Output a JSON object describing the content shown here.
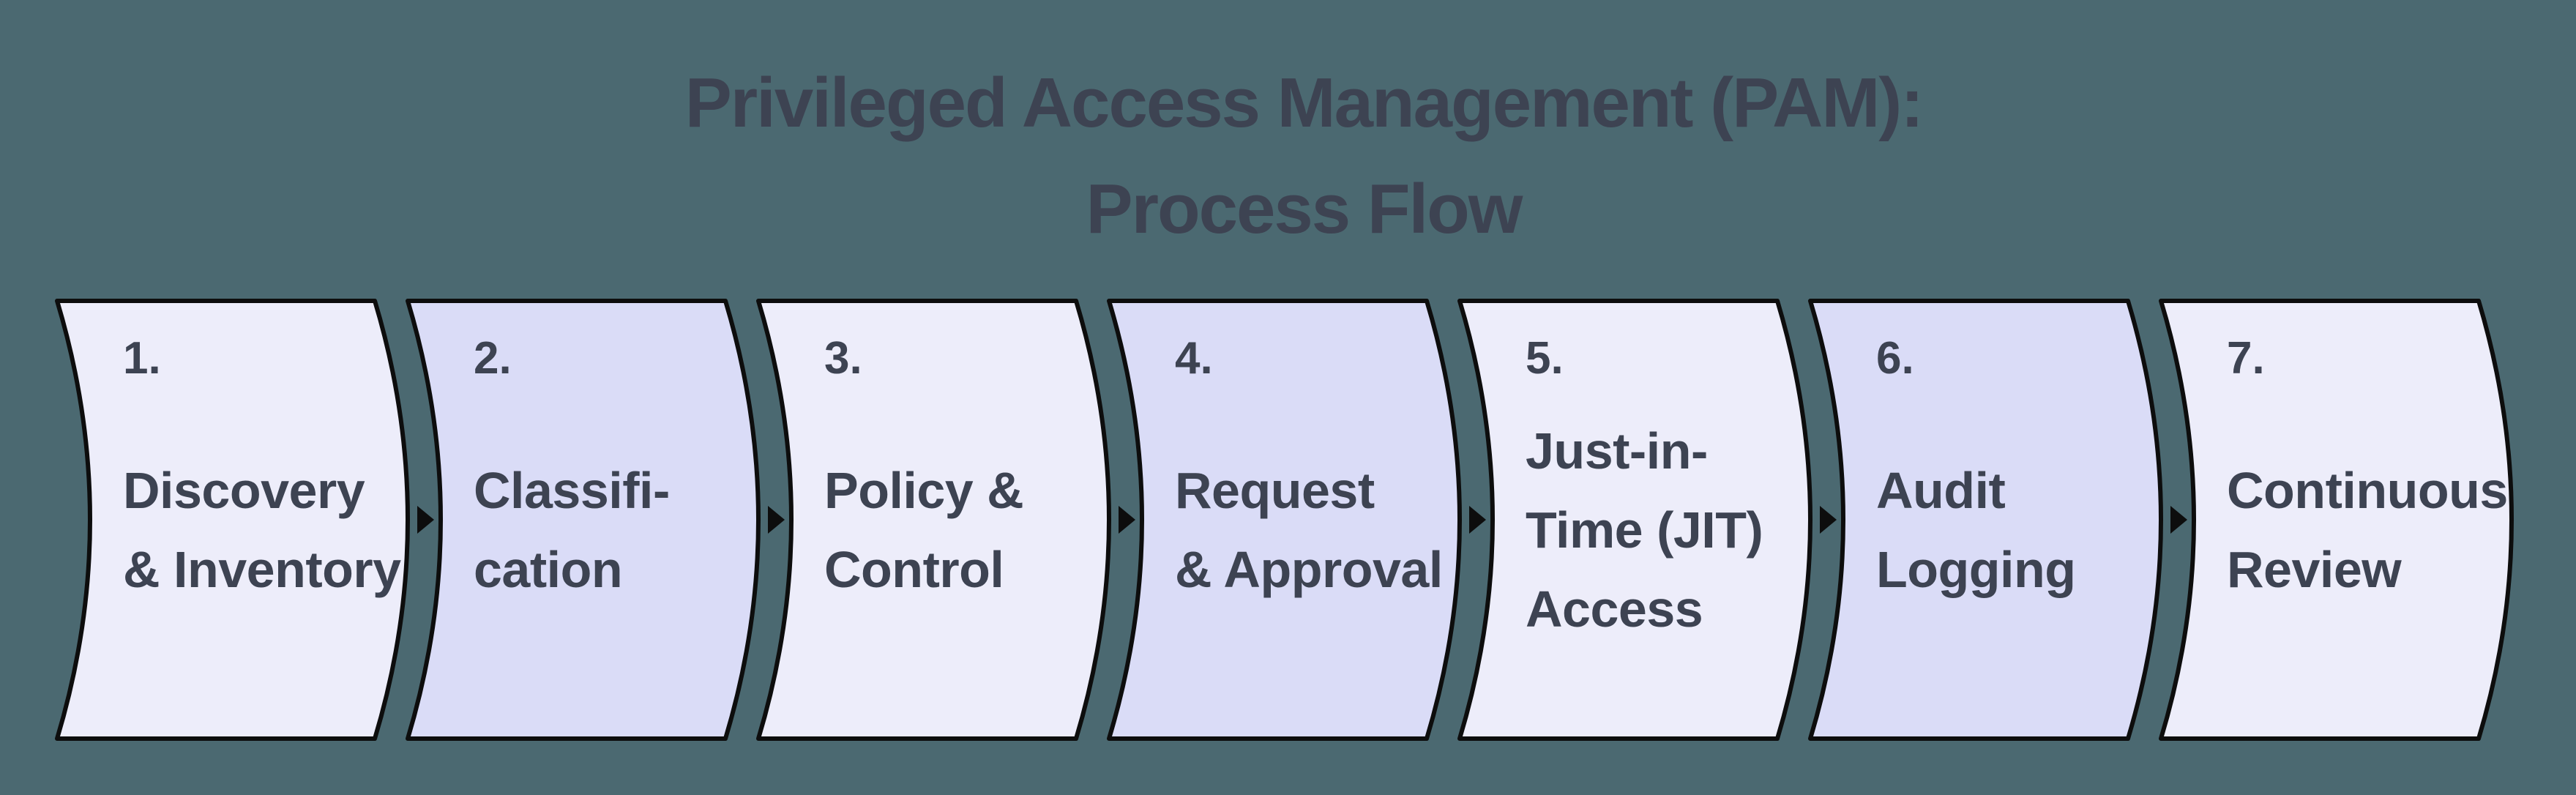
{
  "title": "Privileged Access Management (PAM):\nProcess Flow",
  "colors": {
    "background": "#4b6971",
    "card_light": "#ededfa",
    "card_dark": "#dadcf7",
    "outline": "#0d0d0d",
    "text": "#3d4352",
    "arrow": "#0d0d0d"
  },
  "icons": {
    "flow_arrow": "right-pointing-triangle"
  },
  "steps": [
    {
      "number": "1.",
      "label": "Discovery\n& Inventory",
      "tone": "light"
    },
    {
      "number": "2.",
      "label": "Classifi-\ncation",
      "tone": "dark"
    },
    {
      "number": "3.",
      "label": "Policy &\nControl",
      "tone": "light"
    },
    {
      "number": "4.",
      "label": "Request\n& Approval",
      "tone": "dark"
    },
    {
      "number": "5.",
      "label": "Just-in-\nTime (JIT)\nAccess",
      "tone": "light"
    },
    {
      "number": "6.",
      "label": "Audit\nLogging",
      "tone": "dark"
    },
    {
      "number": "7.",
      "label": "Continuous\nReview",
      "tone": "light"
    }
  ]
}
